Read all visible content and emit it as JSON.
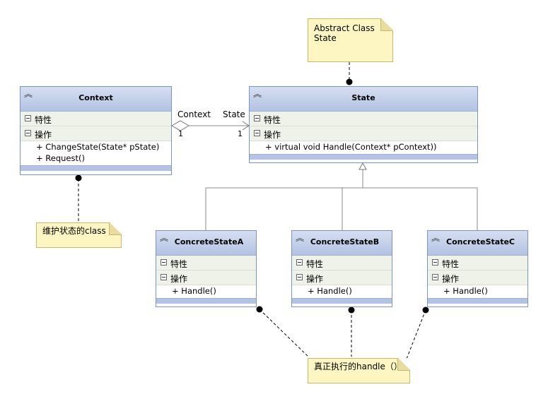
{
  "compartments": {
    "attributes": "特性",
    "operations": "操作"
  },
  "classes": {
    "context": {
      "name": "Context",
      "operations": [
        "+ ChangeState(State* pState)",
        "+ Request()"
      ]
    },
    "state": {
      "name": "State",
      "operations": [
        "+ virtual void Handle(Context* pContext))"
      ]
    },
    "concrete_a": {
      "name": "ConcreteStateA",
      "operations": [
        "+ Handle()"
      ]
    },
    "concrete_b": {
      "name": "ConcreteStateB",
      "operations": [
        "+ Handle()"
      ]
    },
    "concrete_c": {
      "name": "ConcreteStateC",
      "operations": [
        "+ Handle()"
      ]
    }
  },
  "association": {
    "source_role": "Context",
    "target_role": "State",
    "source_multiplicity": "1",
    "target_multiplicity": "1"
  },
  "notes": {
    "abstract_state": [
      "Abstract Class",
      "State"
    ],
    "context_note": "维护状态的class",
    "handle_note": "真正执行的handle（）"
  },
  "icons": {
    "collapse": "double-chevron-up-icon",
    "toggle": "minus-box-icon",
    "note_anchor": "filled-dot-icon"
  },
  "colors": {
    "header": "#b4c3e4",
    "border": "#7a93c5",
    "note": "#fdf6c2",
    "compartment": "#eef2e8"
  }
}
